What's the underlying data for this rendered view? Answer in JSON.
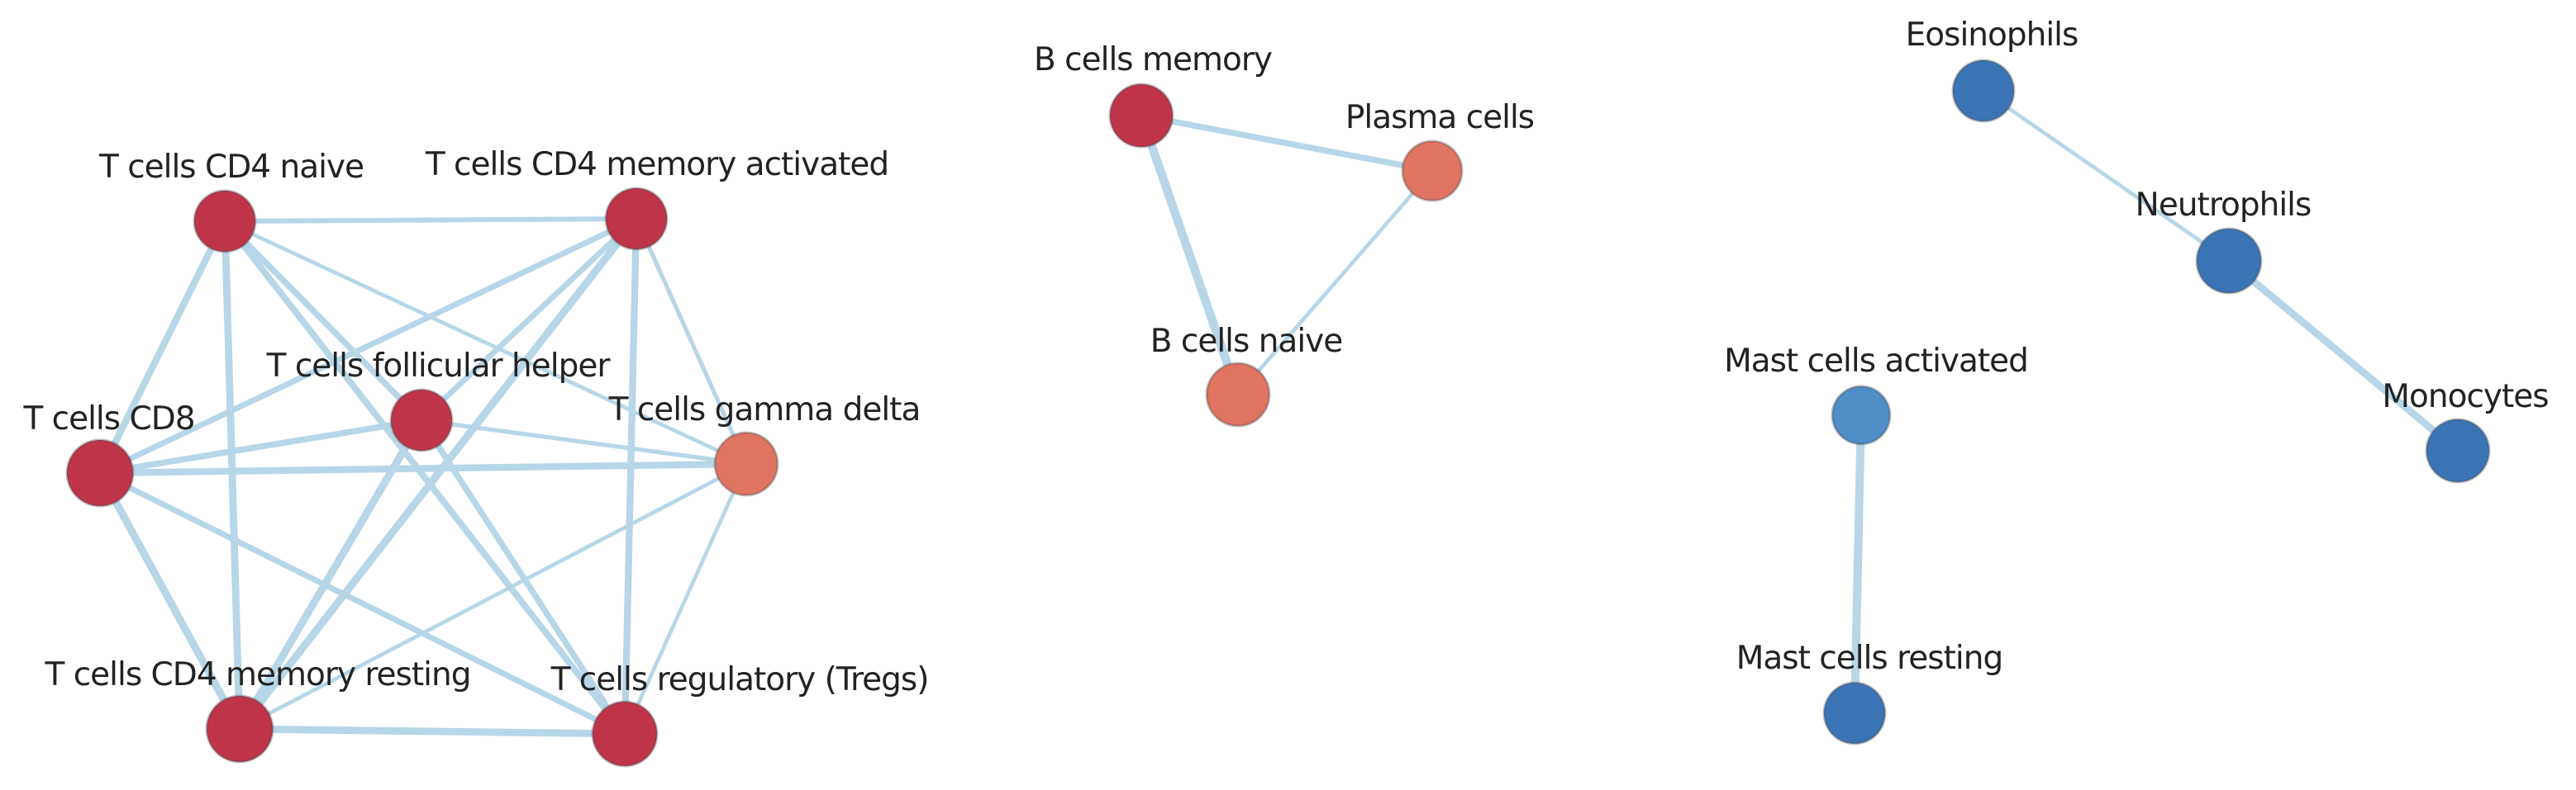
{
  "colors": {
    "edge": "#b7d6e8",
    "red": "#c0344a",
    "salmon": "#e07562",
    "blue_dark": "#3b74b5",
    "blue_light": "#4f8ec7"
  },
  "nodes": [
    {
      "id": "cd4naive",
      "label": "T cells CD4 naive",
      "color": "red"
    },
    {
      "id": "cd4memact",
      "label": "T cells CD4 memory activated",
      "color": "red"
    },
    {
      "id": "follicular",
      "label": "T cells follicular helper",
      "color": "red"
    },
    {
      "id": "cd8",
      "label": "T cells CD8",
      "color": "red"
    },
    {
      "id": "gamma",
      "label": "T cells gamma delta",
      "color": "salmon"
    },
    {
      "id": "cd4memrest",
      "label": "T cells CD4 memory resting",
      "color": "red"
    },
    {
      "id": "tregs",
      "label": "T cells regulatory (Tregs)",
      "color": "red"
    },
    {
      "id": "bmem",
      "label": "B cells memory",
      "color": "red"
    },
    {
      "id": "plasma",
      "label": "Plasma cells",
      "color": "salmon"
    },
    {
      "id": "bnaive",
      "label": "B cells naive",
      "color": "salmon"
    },
    {
      "id": "eos",
      "label": "Eosinophils",
      "color": "blue_dark"
    },
    {
      "id": "neut",
      "label": "Neutrophils",
      "color": "blue_dark"
    },
    {
      "id": "mono",
      "label": "Monocytes",
      "color": "blue_dark"
    },
    {
      "id": "mastact",
      "label": "Mast cells activated",
      "color": "blue_light"
    },
    {
      "id": "mastrest",
      "label": "Mast cells resting",
      "color": "blue_dark"
    }
  ],
  "edges": [
    {
      "source": "cd4naive",
      "target": "cd4memact",
      "weight": 0.45
    },
    {
      "source": "cd4naive",
      "target": "cd8",
      "weight": 0.7
    },
    {
      "source": "cd4naive",
      "target": "follicular",
      "weight": 0.6
    },
    {
      "source": "cd4naive",
      "target": "gamma",
      "weight": 0.3
    },
    {
      "source": "cd4naive",
      "target": "cd4memrest",
      "weight": 0.75
    },
    {
      "source": "cd4naive",
      "target": "tregs",
      "weight": 0.65
    },
    {
      "source": "cd4memact",
      "target": "cd8",
      "weight": 0.55
    },
    {
      "source": "cd4memact",
      "target": "follicular",
      "weight": 0.55
    },
    {
      "source": "cd4memact",
      "target": "gamma",
      "weight": 0.35
    },
    {
      "source": "cd4memact",
      "target": "cd4memrest",
      "weight": 0.8
    },
    {
      "source": "cd4memact",
      "target": "tregs",
      "weight": 0.7
    },
    {
      "source": "follicular",
      "target": "cd8",
      "weight": 0.6
    },
    {
      "source": "follicular",
      "target": "gamma",
      "weight": 0.35
    },
    {
      "source": "follicular",
      "target": "cd4memrest",
      "weight": 0.8
    },
    {
      "source": "follicular",
      "target": "tregs",
      "weight": 0.6
    },
    {
      "source": "cd8",
      "target": "gamma",
      "weight": 0.7
    },
    {
      "source": "cd8",
      "target": "cd4memrest",
      "weight": 0.8
    },
    {
      "source": "cd8",
      "target": "tregs",
      "weight": 0.55
    },
    {
      "source": "gamma",
      "target": "cd4memrest",
      "weight": 0.3
    },
    {
      "source": "gamma",
      "target": "tregs",
      "weight": 0.3
    },
    {
      "source": "cd4memrest",
      "target": "tregs",
      "weight": 0.75
    },
    {
      "source": "bmem",
      "target": "plasma",
      "weight": 0.6
    },
    {
      "source": "bmem",
      "target": "bnaive",
      "weight": 0.95
    },
    {
      "source": "plasma",
      "target": "bnaive",
      "weight": 0.3
    },
    {
      "source": "eos",
      "target": "neut",
      "weight": 0.3
    },
    {
      "source": "neut",
      "target": "mono",
      "weight": 0.75
    },
    {
      "source": "mastact",
      "target": "mastrest",
      "weight": 0.9
    }
  ]
}
